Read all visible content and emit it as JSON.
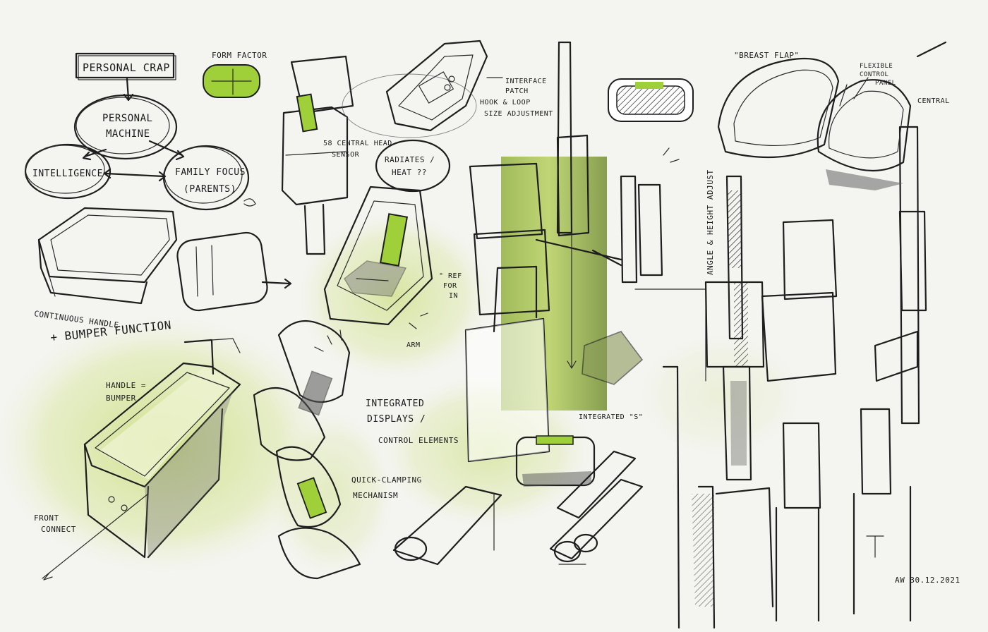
{
  "labels": {
    "title_box": "PERSONAL CRAP",
    "personal_machine_1": "PERSONAL",
    "personal_machine_2": "MACHINE",
    "intelligence": "INTELLIGENCE",
    "family_focus_1": "FAMILY FOCUS",
    "family_focus_2": "(PARENTS)",
    "form_factor": "FORM FACTOR",
    "smart_head_1": "58 CENTRAL HEAD",
    "smart_head_2": "SENSOR",
    "interface_patch_1": "INTERFACE",
    "interface_patch_2": "PATCH",
    "hook_loop_1": "HOOK & LOOP",
    "hook_loop_2": "SIZE ADJUSTMENT",
    "radiates_1": "RADIATES /",
    "radiates_2": "HEAT ??",
    "breast_flap": "\"BREAST FLAP\"",
    "flexible_1": "FLEXIBLE",
    "flexible_2": "CONTROL",
    "flexible_3": "PANEL",
    "central": "CENTRAL",
    "height_adjust": "ANGLE & HEIGHT ADJUST",
    "continuous_handle": "CONTINUOUS HANDLE",
    "bumper_function": "+ BUMPER FUNCTION",
    "handle_bumper_1": "HANDLE =",
    "handle_bumper_2": "BUMPER",
    "ref_1": "\" REF",
    "ref_2": "FOR",
    "ref_3": "IN",
    "arm": "ARM",
    "integrated_displays_1": "INTEGRATED",
    "integrated_displays_2": "DISPLAYS /",
    "integrated_displays_3": "CONTROL ELEMENTS",
    "integrated_2": "INTEGRATED \"S\"",
    "quick_clamping_1": "QUICK-CLAMPING",
    "quick_clamping_2": "MECHANISM",
    "front_connect_1": "FRONT",
    "front_connect_2": "CONNECT",
    "signature": "AW 30.12.2021"
  },
  "colors": {
    "paper": "#f4f4f1",
    "ink": "#1e1e1e",
    "marker_green": "#9fd03a",
    "wash_green": "#c8dd7a",
    "shadow_grey": "#8a8a86"
  }
}
